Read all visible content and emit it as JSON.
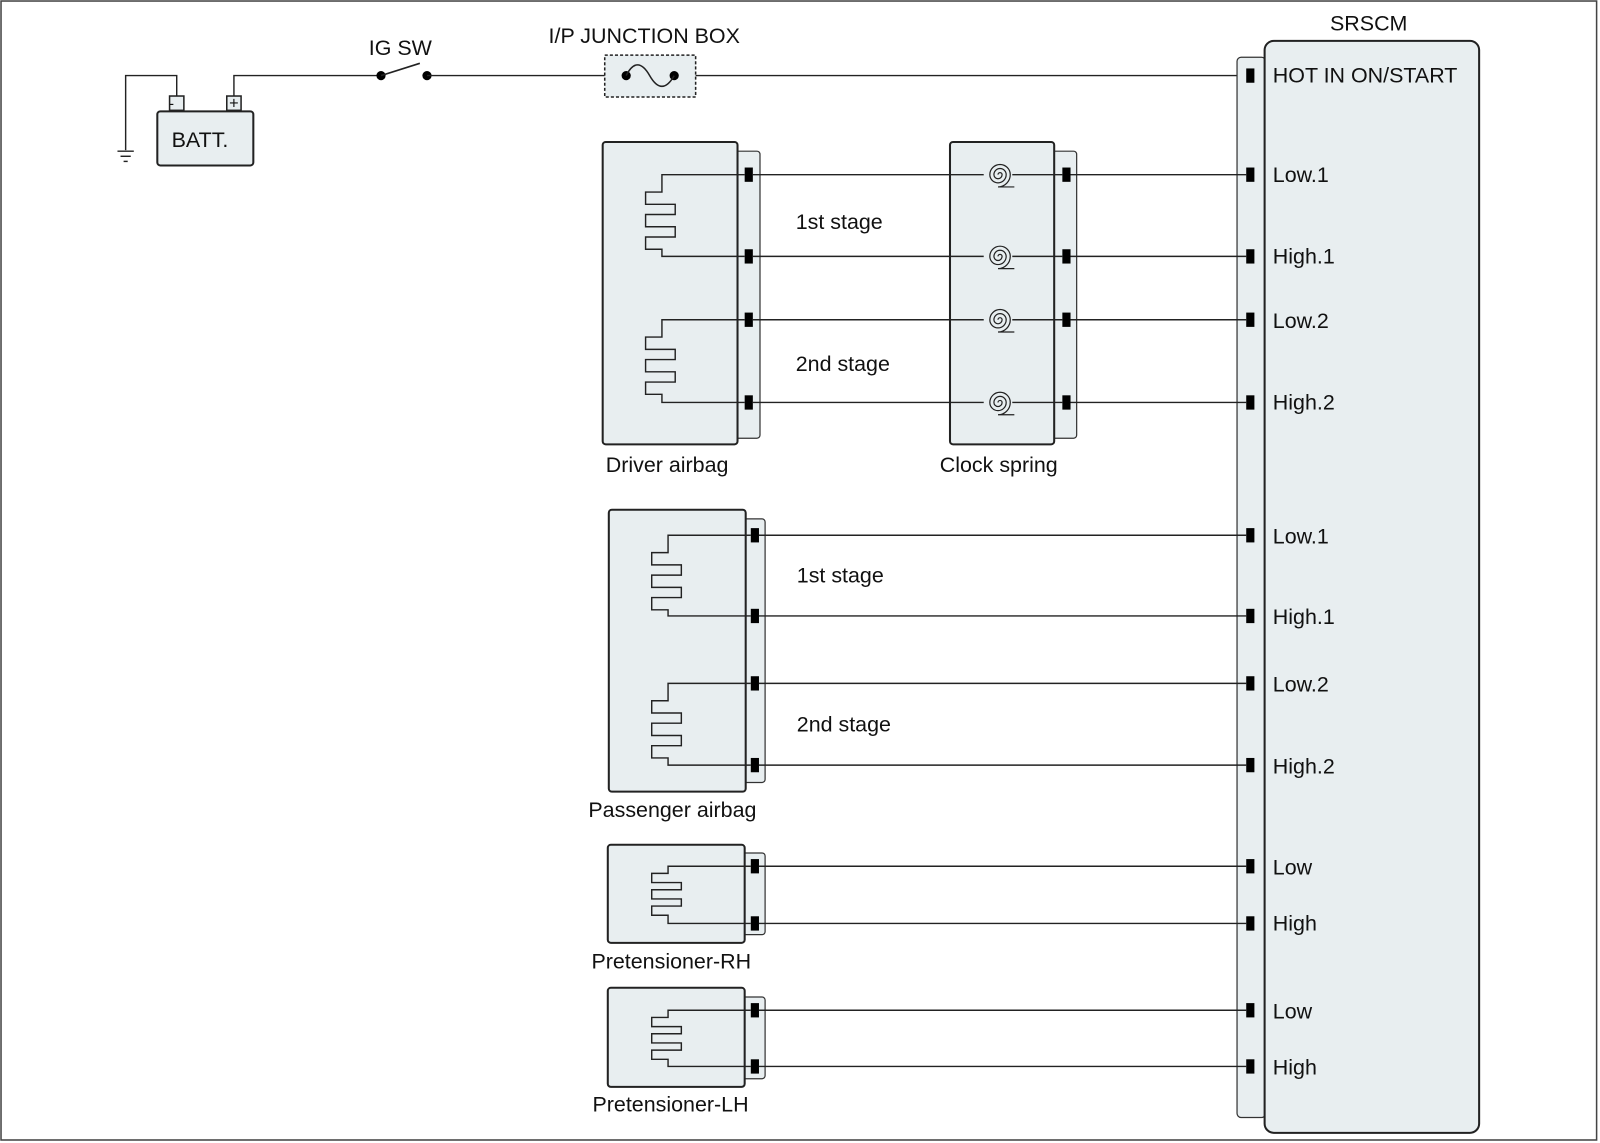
{
  "battery": {
    "label": "BATT.",
    "minus": "-",
    "plus": "+"
  },
  "ig_switch": {
    "label": "IG SW"
  },
  "junction_box": {
    "label": "I/P JUNCTION BOX"
  },
  "srscm": {
    "title": "SRSCM",
    "pins": [
      "HOT IN ON/START",
      "Low.1",
      "High.1",
      "Low.2",
      "High.2",
      "Low.1",
      "High.1",
      "Low.2",
      "High.2",
      "Low",
      "High",
      "Low",
      "High"
    ]
  },
  "driver_airbag": {
    "label": "Driver airbag",
    "stage1": "1st stage",
    "stage2": "2nd stage"
  },
  "clock_spring": {
    "label": "Clock spring"
  },
  "passenger_airbag": {
    "label": "Passenger airbag",
    "stage1": "1st stage",
    "stage2": "2nd stage"
  },
  "pretensioner_rh": {
    "label": "Pretensioner-RH"
  },
  "pretensioner_lh": {
    "label": "Pretensioner-LH"
  }
}
